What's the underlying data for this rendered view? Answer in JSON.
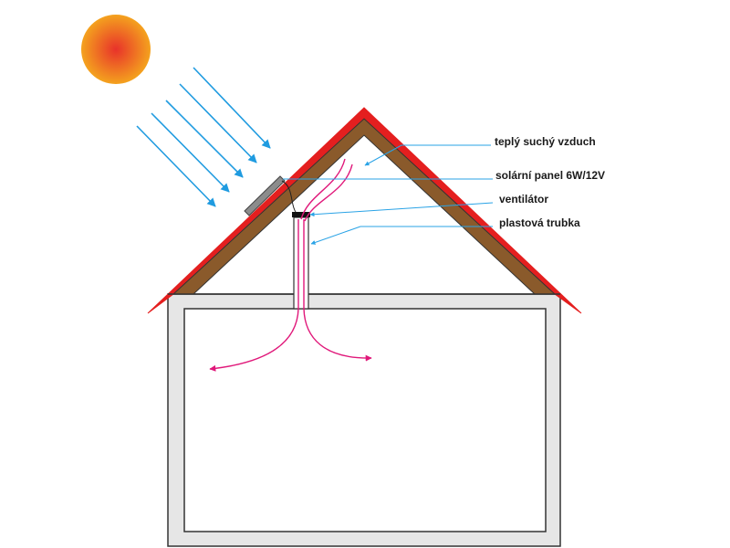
{
  "labels": {
    "warm_air": "teplý suchý vzduch",
    "solar_panel": "solární panel 6W/12V",
    "fan": "ventilátor",
    "pipe": "plastová trubka"
  },
  "colors": {
    "sun_core": "#e8322a",
    "sun_edge": "#f4a21e",
    "sun_rays": "#1f9be0",
    "roof_outer": "#e41f1f",
    "roof_wood": "#8a5a2b",
    "wall_fill": "#e6e6e6",
    "outline": "#333333",
    "panel": "#8c8c8c",
    "airflow": "#e0187a",
    "callout": "#2aa3e6"
  }
}
